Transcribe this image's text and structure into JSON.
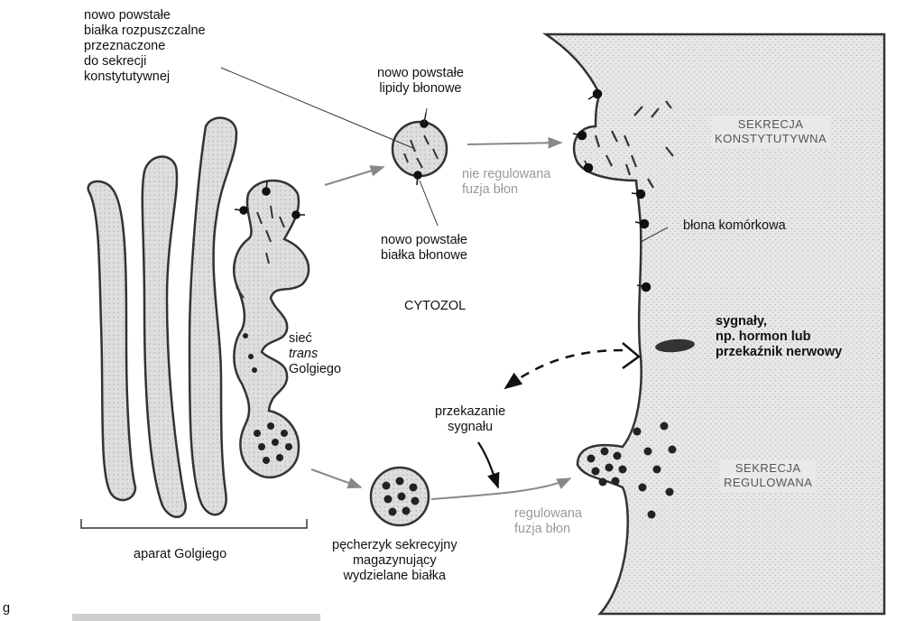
{
  "labels": {
    "new_soluble_proteins": [
      "nowo powstałe",
      "białka rozpuszczalne",
      "przeznaczone",
      "do sekrecji",
      "konstytutywnej"
    ],
    "new_lipids": [
      "nowo powstałe",
      "lipidy błonowe"
    ],
    "new_membrane_proteins": [
      "nowo powstałe",
      "białka błonowe"
    ],
    "unregulated_fusion": [
      "nie regulowana",
      "fuzja błon"
    ],
    "constitutive_secretion": [
      "SEKRECJA",
      "KONSTYTUTYWNA"
    ],
    "cell_membrane": "błona komórkowa",
    "cytosol": "CYTOZOL",
    "trans_golgi": [
      "sieć",
      "trans",
      "Golgiego"
    ],
    "signals": [
      "sygnały,",
      "np. hormon lub",
      "przekaźnik nerwowy"
    ],
    "signal_transduction": [
      "przekazanie",
      "sygnału"
    ],
    "regulated_secretion": [
      "SEKRECJA",
      "REGULOWANA"
    ],
    "regulated_fusion": [
      "regulowana",
      "fuzja błon"
    ],
    "golgi_apparatus": "aparat Golgiego",
    "secretory_vesicle": [
      "pęcherzyk sekrecyjny",
      "magazynujący",
      "wydzielane białka"
    ],
    "corner_letter": "g"
  },
  "colors": {
    "stroke": "#333333",
    "golgi_fill": "#dcdcdc",
    "extracellular_fill": "#e6e6e6",
    "gray_text": "#9a9a9a"
  }
}
